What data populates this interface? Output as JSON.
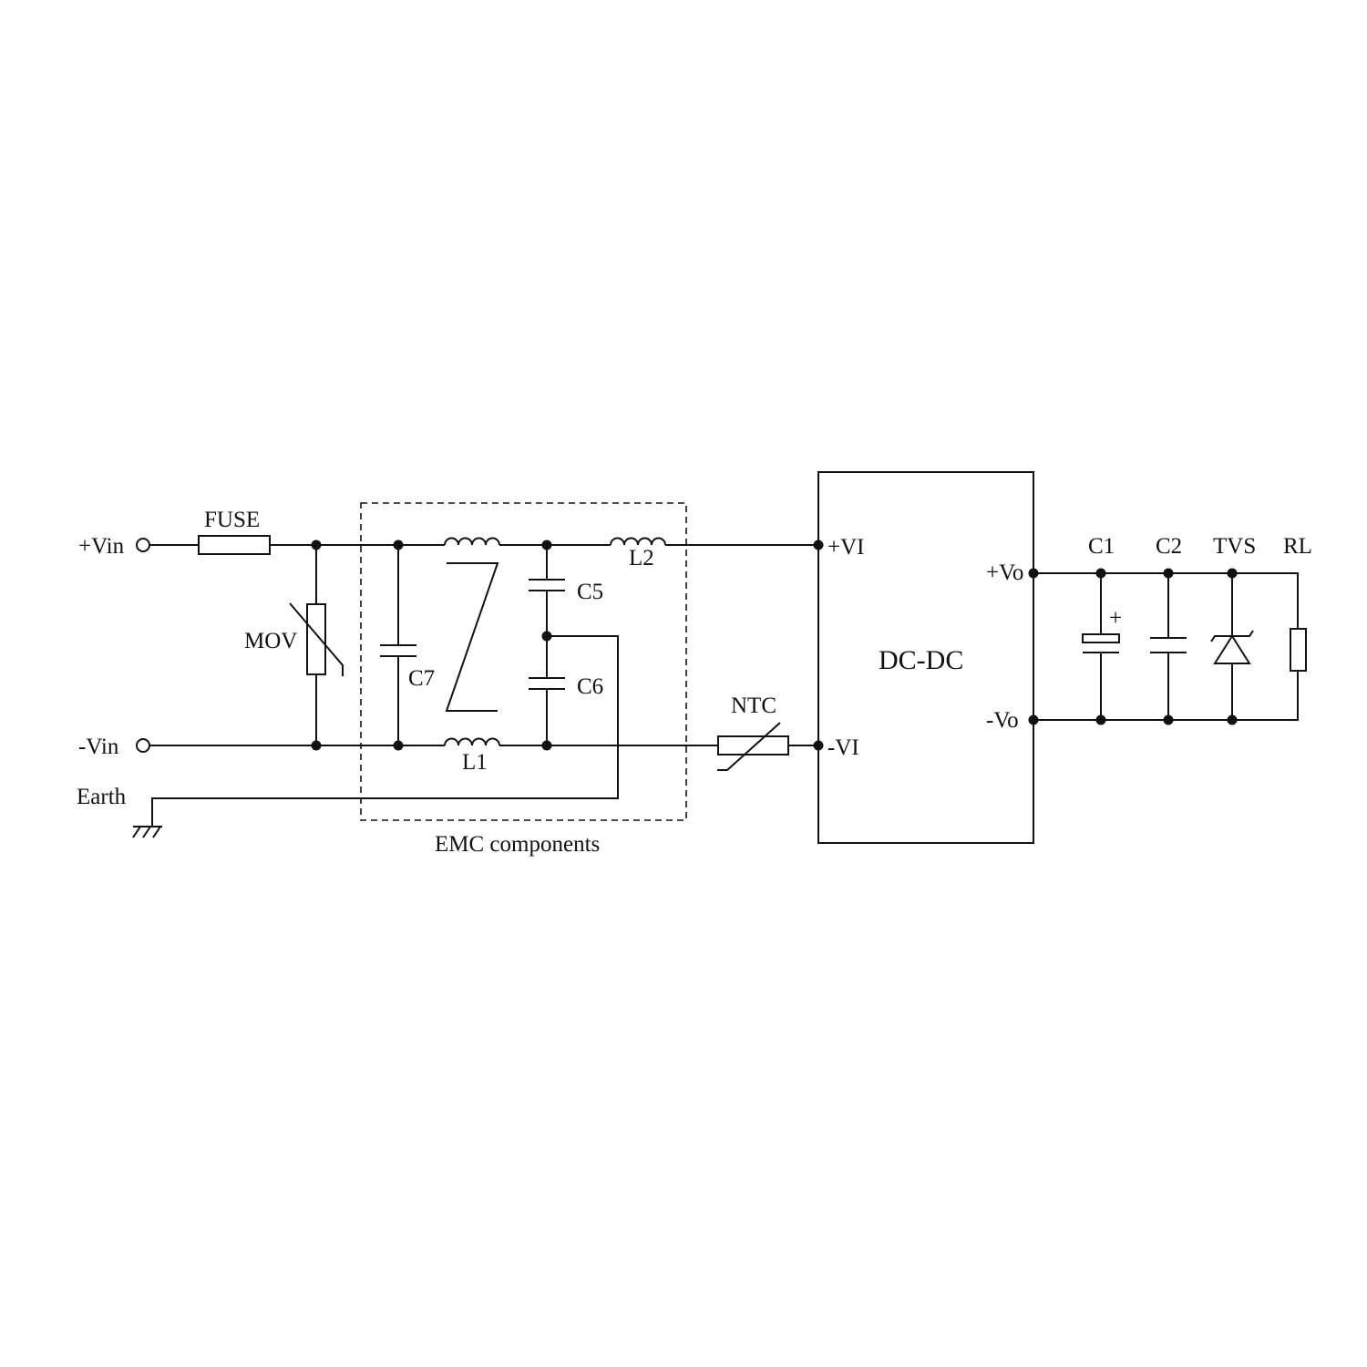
{
  "labels": {
    "vin_pos": "+Vin",
    "vin_neg": "-Vin",
    "earth": "Earth",
    "fuse": "FUSE",
    "mov": "MOV",
    "c7": "C7",
    "l1": "L1",
    "l2": "L2",
    "c5": "C5",
    "c6": "C6",
    "ntc": "NTC",
    "emc": "EMC components",
    "vi_pos": "+VI",
    "vi_neg": "-VI",
    "dcdc": "DC-DC",
    "vo_pos": "+Vo",
    "vo_neg": "-Vo",
    "c1": "C1",
    "c1_polarity": "+",
    "c2": "C2",
    "tvs": "TVS",
    "rl": "RL"
  }
}
